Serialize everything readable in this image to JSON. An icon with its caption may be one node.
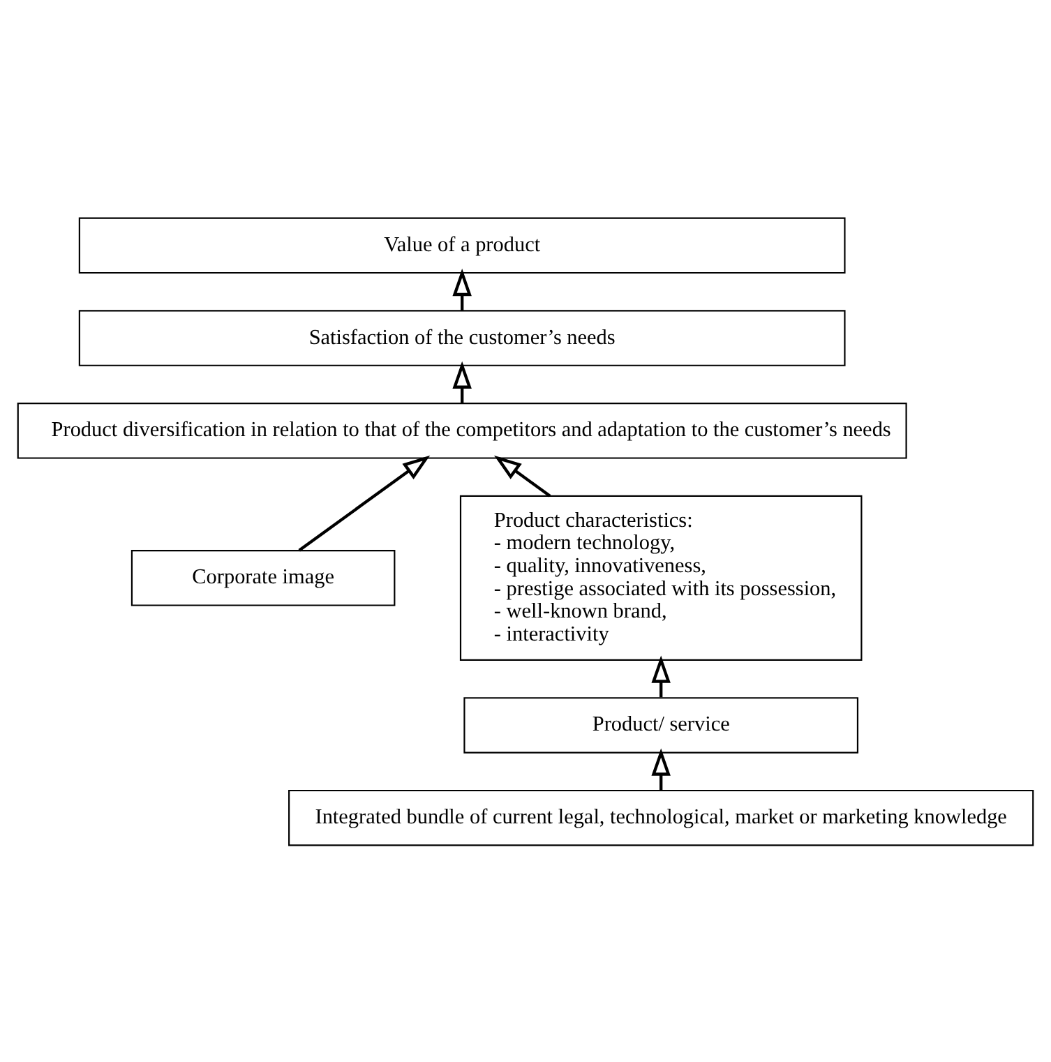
{
  "diagram": {
    "nodes": [
      {
        "text": [
          "Value of a product"
        ]
      },
      {
        "text": [
          "Satisfaction of the customer’s needs"
        ]
      },
      {
        "text": [
          "Product diversification in relation to that of the competitors and adaptation to the customer’s needs"
        ]
      },
      {
        "text": [
          "Corporate image"
        ]
      },
      {
        "text": [
          "Product characteristics:",
          "- modern technology,",
          "- quality, innovativeness,",
          "- prestige associated with its possession,",
          "- well-known brand,",
          "- interactivity"
        ]
      },
      {
        "text": [
          "Product/ service"
        ]
      },
      {
        "text": [
          "Integrated bundle of current legal, technological, market or marketing knowledge"
        ]
      }
    ],
    "edges": [
      {
        "from": 1,
        "to": 0,
        "arrow": "to"
      },
      {
        "from": 2,
        "to": 1,
        "arrow": "to"
      },
      {
        "from": 3,
        "to": 2,
        "arrow": "to"
      },
      {
        "from": 4,
        "to": 2,
        "arrow": "to"
      },
      {
        "from": 5,
        "to": 4,
        "arrow": "to"
      },
      {
        "from": 6,
        "to": 5,
        "arrow": "to"
      }
    ]
  }
}
